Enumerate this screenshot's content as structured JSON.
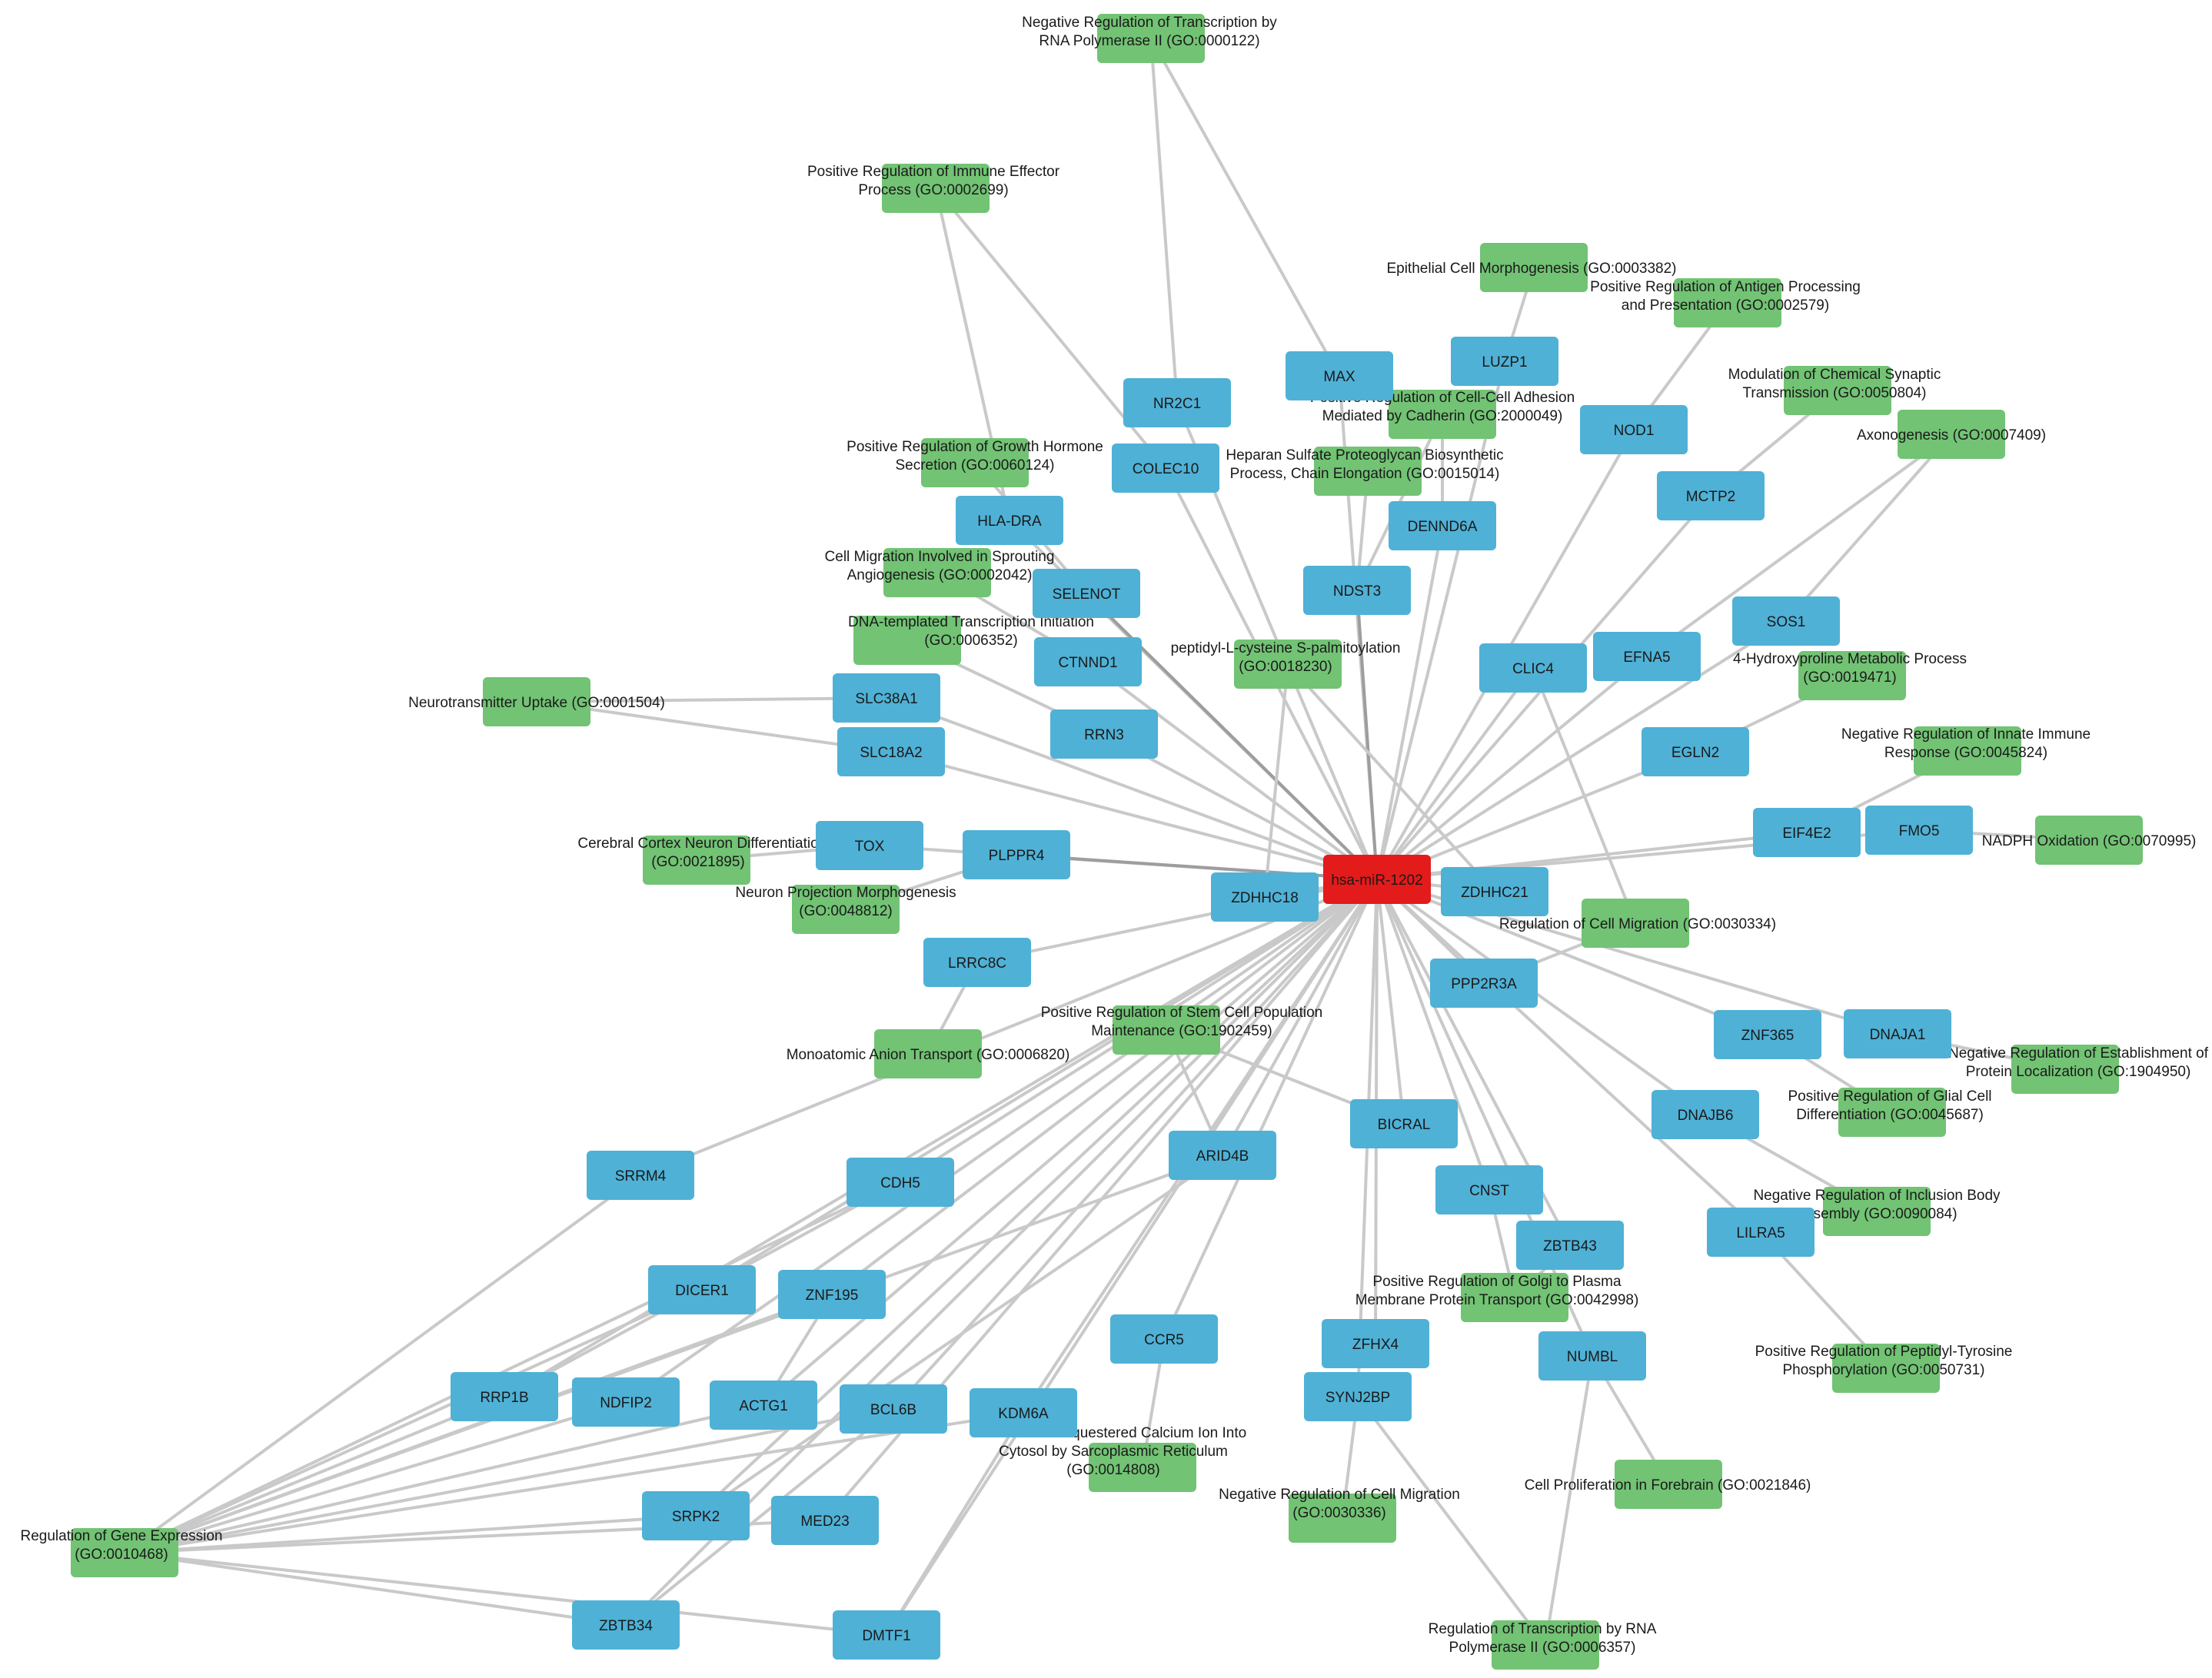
{
  "center": {
    "id": "c",
    "label": "hsa-miR-1202"
  },
  "genes": [
    {
      "id": "MAX",
      "label": "MAX"
    },
    {
      "id": "LUZP1",
      "label": "LUZP1"
    },
    {
      "id": "NR2C1",
      "label": "NR2C1"
    },
    {
      "id": "NOD1",
      "label": "NOD1"
    },
    {
      "id": "COLEC10",
      "label": "COLEC10"
    },
    {
      "id": "MCTP2",
      "label": "MCTP2"
    },
    {
      "id": "HLA-DRA",
      "label": "HLA-DRA"
    },
    {
      "id": "DENND6A",
      "label": "DENND6A"
    },
    {
      "id": "SELENOT",
      "label": "SELENOT"
    },
    {
      "id": "NDST3",
      "label": "NDST3"
    },
    {
      "id": "SOS1",
      "label": "SOS1"
    },
    {
      "id": "CTNND1",
      "label": "CTNND1"
    },
    {
      "id": "EFNA5",
      "label": "EFNA5"
    },
    {
      "id": "CLIC4",
      "label": "CLIC4"
    },
    {
      "id": "SLC38A1",
      "label": "SLC38A1"
    },
    {
      "id": "RRN3",
      "label": "RRN3"
    },
    {
      "id": "SLC18A2",
      "label": "SLC18A2"
    },
    {
      "id": "EGLN2",
      "label": "EGLN2"
    },
    {
      "id": "TOX",
      "label": "TOX"
    },
    {
      "id": "PLPPR4",
      "label": "PLPPR4"
    },
    {
      "id": "EIF4E2",
      "label": "EIF4E2"
    },
    {
      "id": "FMO5",
      "label": "FMO5"
    },
    {
      "id": "ZDHHC18",
      "label": "ZDHHC18"
    },
    {
      "id": "ZDHHC21",
      "label": "ZDHHC21"
    },
    {
      "id": "LRRC8C",
      "label": "LRRC8C"
    },
    {
      "id": "PPP2R3A",
      "label": "PPP2R3A"
    },
    {
      "id": "ZNF365",
      "label": "ZNF365"
    },
    {
      "id": "DNAJA1",
      "label": "DNAJA1"
    },
    {
      "id": "BICRAL",
      "label": "BICRAL"
    },
    {
      "id": "DNAJB6",
      "label": "DNAJB6"
    },
    {
      "id": "SRRM4",
      "label": "SRRM4"
    },
    {
      "id": "ARID4B",
      "label": "ARID4B"
    },
    {
      "id": "CDH5",
      "label": "CDH5"
    },
    {
      "id": "CNST",
      "label": "CNST"
    },
    {
      "id": "LILRA5",
      "label": "LILRA5"
    },
    {
      "id": "ZBTB43",
      "label": "ZBTB43"
    },
    {
      "id": "DICER1",
      "label": "DICER1"
    },
    {
      "id": "ZNF195",
      "label": "ZNF195"
    },
    {
      "id": "CCR5",
      "label": "CCR5"
    },
    {
      "id": "ZFHX4",
      "label": "ZFHX4"
    },
    {
      "id": "NUMBL",
      "label": "NUMBL"
    },
    {
      "id": "RRP1B",
      "label": "RRP1B"
    },
    {
      "id": "NDFIP2",
      "label": "NDFIP2"
    },
    {
      "id": "ACTG1",
      "label": "ACTG1"
    },
    {
      "id": "BCL6B",
      "label": "BCL6B"
    },
    {
      "id": "KDM6A",
      "label": "KDM6A"
    },
    {
      "id": "SYNJ2BP",
      "label": "SYNJ2BP"
    },
    {
      "id": "SRPK2",
      "label": "SRPK2"
    },
    {
      "id": "MED23",
      "label": "MED23"
    },
    {
      "id": "ZBTB34",
      "label": "ZBTB34"
    },
    {
      "id": "DMTF1",
      "label": "DMTF1"
    }
  ],
  "terms": [
    {
      "id": "t0000122",
      "lines": [
        "Negative Regulation of Transcription by",
        "RNA Polymerase II (GO:0000122)"
      ]
    },
    {
      "id": "t0002699",
      "lines": [
        "Positive Regulation of Immune Effector",
        "Process (GO:0002699)"
      ]
    },
    {
      "id": "t0003382",
      "lines": [
        "Epithelial Cell Morphogenesis (GO:0003382)"
      ]
    },
    {
      "id": "t0002579",
      "lines": [
        "Positive Regulation of Antigen Processing",
        "and Presentation (GO:0002579)"
      ]
    },
    {
      "id": "t0050804",
      "lines": [
        "Modulation of Chemical Synaptic",
        "Transmission (GO:0050804)"
      ]
    },
    {
      "id": "t2000049",
      "lines": [
        "Positive Regulation of Cell-Cell Adhesion",
        "Mediated by Cadherin (GO:2000049)"
      ]
    },
    {
      "id": "t0007409",
      "lines": [
        "Axonogenesis (GO:0007409)"
      ]
    },
    {
      "id": "t0060124",
      "lines": [
        "Positive Regulation of Growth Hormone",
        "Secretion (GO:0060124)"
      ]
    },
    {
      "id": "t0015014",
      "lines": [
        "Heparan Sulfate Proteoglycan Biosynthetic",
        "Process, Chain Elongation (GO:0015014)"
      ]
    },
    {
      "id": "t0002042",
      "lines": [
        "Cell Migration Involved in Sprouting",
        "Angiogenesis (GO:0002042)"
      ]
    },
    {
      "id": "t0006352",
      "lines": [
        "DNA-templated Transcription Initiation",
        "(GO:0006352)"
      ]
    },
    {
      "id": "t0018230",
      "lines": [
        "peptidyl-L-cysteine S-palmitoylation",
        "(GO:0018230)"
      ]
    },
    {
      "id": "t0019471",
      "lines": [
        "4-Hydroxyproline Metabolic Process",
        "(GO:0019471)"
      ]
    },
    {
      "id": "t0001504",
      "lines": [
        "Neurotransmitter Uptake (GO:0001504)"
      ]
    },
    {
      "id": "t0045824",
      "lines": [
        "Negative Regulation of Innate Immune",
        "Response (GO:0045824)"
      ]
    },
    {
      "id": "t0021895",
      "lines": [
        "Cerebral Cortex Neuron Differentiatio",
        "(GO:0021895)"
      ]
    },
    {
      "id": "t0070995",
      "lines": [
        "NADPH Oxidation (GO:0070995)"
      ]
    },
    {
      "id": "t0048812",
      "lines": [
        "Neuron Projection Morphogenesis",
        "(GO:0048812)"
      ]
    },
    {
      "id": "t0030334",
      "lines": [
        "Regulation of Cell Migration (GO:0030334)"
      ]
    },
    {
      "id": "t1902459",
      "lines": [
        "Positive Regulation of Stem Cell Population",
        "Maintenance (GO:1902459)"
      ]
    },
    {
      "id": "t0006820",
      "lines": [
        "Monoatomic Anion Transport (GO:0006820)"
      ]
    },
    {
      "id": "t1904950",
      "lines": [
        "Negative Regulation of Establishment of",
        "Protein Localization (GO:1904950)"
      ]
    },
    {
      "id": "t0045687",
      "lines": [
        "Positive Regulation of Glial Cell",
        "Differentiation (GO:0045687)"
      ]
    },
    {
      "id": "t0090084",
      "lines": [
        "Negative Regulation of Inclusion Body",
        "Assembly (GO:0090084)"
      ]
    },
    {
      "id": "t0042998",
      "lines": [
        "Positive Regulation of Golgi to Plasma",
        "Membrane Protein Transport (GO:0042998)"
      ]
    },
    {
      "id": "t0050731",
      "lines": [
        "Positive Regulation of Peptidyl-Tyrosine",
        "Phosphorylation (GO:0050731)"
      ]
    },
    {
      "id": "t0014808",
      "lines": [
        "Release of Sequestered Calcium Ion Into",
        "Cytosol by Sarcoplasmic Reticulum",
        "(GO:0014808)"
      ]
    },
    {
      "id": "t0021846",
      "lines": [
        "Cell Proliferation in Forebrain (GO:0021846)"
      ]
    },
    {
      "id": "t0030336",
      "lines": [
        "Negative Regulation of Cell Migration",
        "(GO:0030336)"
      ]
    },
    {
      "id": "t0010468",
      "lines": [
        "Regulation of Gene Expression",
        "(GO:0010468)"
      ]
    },
    {
      "id": "t0006357",
      "lines": [
        "Regulation of Transcription by RNA",
        "Polymerase II (GO:0006357)"
      ]
    }
  ],
  "edges": [
    [
      "c",
      "MAX"
    ],
    [
      "c",
      "LUZP1"
    ],
    [
      "c",
      "NR2C1"
    ],
    [
      "c",
      "NOD1"
    ],
    [
      "c",
      "COLEC10"
    ],
    [
      "c",
      "MCTP2"
    ],
    [
      "c",
      "HLA-DRA"
    ],
    [
      "c",
      "DENND6A"
    ],
    [
      "c",
      "SELENOT"
    ],
    [
      "c",
      "NDST3"
    ],
    [
      "c",
      "SOS1"
    ],
    [
      "c",
      "CTNND1"
    ],
    [
      "c",
      "EFNA5"
    ],
    [
      "c",
      "CLIC4"
    ],
    [
      "c",
      "SLC38A1"
    ],
    [
      "c",
      "RRN3"
    ],
    [
      "c",
      "SLC18A2"
    ],
    [
      "c",
      "EGLN2"
    ],
    [
      "c",
      "TOX"
    ],
    [
      "c",
      "PLPPR4"
    ],
    [
      "c",
      "EIF4E2"
    ],
    [
      "c",
      "FMO5"
    ],
    [
      "c",
      "ZDHHC18"
    ],
    [
      "c",
      "ZDHHC21"
    ],
    [
      "c",
      "LRRC8C"
    ],
    [
      "c",
      "PPP2R3A"
    ],
    [
      "c",
      "ZNF365"
    ],
    [
      "c",
      "DNAJA1"
    ],
    [
      "c",
      "BICRAL"
    ],
    [
      "c",
      "DNAJB6"
    ],
    [
      "c",
      "SRRM4"
    ],
    [
      "c",
      "ARID4B"
    ],
    [
      "c",
      "CDH5"
    ],
    [
      "c",
      "CNST"
    ],
    [
      "c",
      "LILRA5"
    ],
    [
      "c",
      "ZBTB43"
    ],
    [
      "c",
      "DICER1"
    ],
    [
      "c",
      "ZNF195"
    ],
    [
      "c",
      "CCR5"
    ],
    [
      "c",
      "ZFHX4"
    ],
    [
      "c",
      "NUMBL"
    ],
    [
      "c",
      "RRP1B"
    ],
    [
      "c",
      "NDFIP2"
    ],
    [
      "c",
      "ACTG1"
    ],
    [
      "c",
      "BCL6B"
    ],
    [
      "c",
      "KDM6A"
    ],
    [
      "c",
      "SYNJ2BP"
    ],
    [
      "c",
      "SRPK2"
    ],
    [
      "c",
      "MED23"
    ],
    [
      "c",
      "ZBTB34"
    ],
    [
      "c",
      "DMTF1"
    ],
    [
      "t0000122",
      "NR2C1"
    ],
    [
      "t0000122",
      "MAX"
    ],
    [
      "t0002699",
      "HLA-DRA"
    ],
    [
      "t0002699",
      "COLEC10"
    ],
    [
      "t0003382",
      "LUZP1"
    ],
    [
      "t0002579",
      "NOD1"
    ],
    [
      "t0050804",
      "MCTP2"
    ],
    [
      "t0007409",
      "EFNA5"
    ],
    [
      "t0007409",
      "SOS1"
    ],
    [
      "t2000049",
      "DENND6A"
    ],
    [
      "t2000049",
      "NDST3"
    ],
    [
      "t0060124",
      "SELENOT"
    ],
    [
      "t0015014",
      "NDST3"
    ],
    [
      "t0002042",
      "CTNND1"
    ],
    [
      "t0006352",
      "RRN3"
    ],
    [
      "t0018230",
      "ZDHHC18"
    ],
    [
      "t0018230",
      "ZDHHC21"
    ],
    [
      "t0001504",
      "SLC38A1"
    ],
    [
      "t0001504",
      "SLC18A2"
    ],
    [
      "t0019471",
      "EGLN2"
    ],
    [
      "t0045824",
      "EIF4E2"
    ],
    [
      "t0070995",
      "FMO5"
    ],
    [
      "t0021895",
      "TOX"
    ],
    [
      "t0048812",
      "PLPPR4"
    ],
    [
      "t0030334",
      "CLIC4"
    ],
    [
      "t0030334",
      "PPP2R3A"
    ],
    [
      "t0006820",
      "LRRC8C"
    ],
    [
      "t1902459",
      "ARID4B"
    ],
    [
      "t1902459",
      "BICRAL"
    ],
    [
      "t1904950",
      "DNAJA1"
    ],
    [
      "t0045687",
      "ZNF365"
    ],
    [
      "t0090084",
      "DNAJB6"
    ],
    [
      "t0050731",
      "LILRA5"
    ],
    [
      "t0042998",
      "CNST"
    ],
    [
      "t0042998",
      "ZBTB43"
    ],
    [
      "t0014808",
      "CCR5"
    ],
    [
      "t0021846",
      "NUMBL"
    ],
    [
      "t0030336",
      "SYNJ2BP"
    ],
    [
      "t0006357",
      "SYNJ2BP"
    ],
    [
      "t0006357",
      "NUMBL"
    ],
    [
      "t0010468",
      "SRRM4"
    ],
    [
      "t0010468",
      "CDH5"
    ],
    [
      "t0010468",
      "DICER1"
    ],
    [
      "t0010468",
      "ZNF195"
    ],
    [
      "t0010468",
      "RRP1B"
    ],
    [
      "t0010468",
      "NDFIP2"
    ],
    [
      "t0010468",
      "ACTG1"
    ],
    [
      "t0010468",
      "BCL6B"
    ],
    [
      "t0010468",
      "KDM6A"
    ],
    [
      "t0010468",
      "SRPK2"
    ],
    [
      "t0010468",
      "MED23"
    ],
    [
      "t0010468",
      "ZBTB34"
    ],
    [
      "t0010468",
      "DMTF1"
    ],
    [
      "t0010468",
      "ARID4B"
    ],
    [
      "RRP1B",
      "CDH5"
    ],
    [
      "SRPK2",
      "ARID4B"
    ],
    [
      "ZBTB34",
      "BCL6B"
    ],
    [
      "DMTF1",
      "KDM6A"
    ],
    [
      "ACTG1",
      "ZNF195"
    ]
  ]
}
